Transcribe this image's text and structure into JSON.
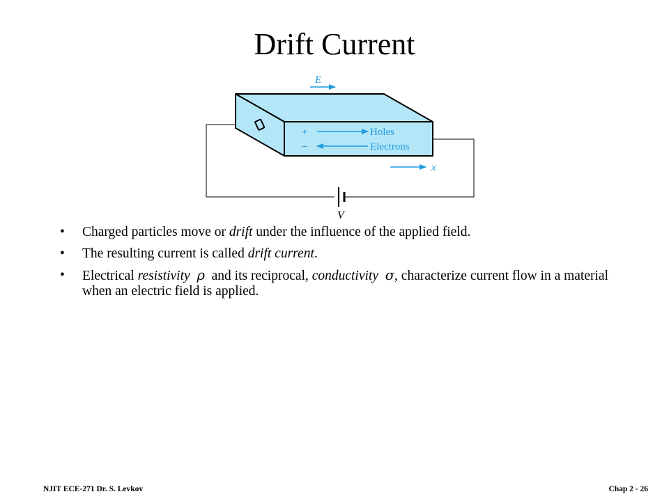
{
  "slide": {
    "title": "Drift Current"
  },
  "diagram": {
    "field_label": "E",
    "holes_sign": "+",
    "holes_label": "Holes",
    "electrons_sign": "−",
    "electrons_label": "Electrons",
    "x_label": "x",
    "battery_label": "V",
    "colors": {
      "bar_fill": "#b3e6f7",
      "arrow": "#1e9be0",
      "wire": "#000000"
    }
  },
  "bullets": [
    {
      "pre": "Charged particles move or ",
      "em": "drift",
      "post": " under the influence of the applied field."
    },
    {
      "pre": "The resulting current is called ",
      "em": "drift current",
      "post": "."
    },
    {
      "pre": "Electrical ",
      "em": "resistivity",
      "sym1": "ρ",
      "mid": " and its reciprocal, ",
      "em2": "conductivity",
      "sym2": "σ",
      "post": ", characterize current flow in a material when an electric field is applied."
    }
  ],
  "footer": {
    "left": "NJIT ECE-271 Dr. S. Levkov",
    "right": "Chap 2 - 26"
  }
}
